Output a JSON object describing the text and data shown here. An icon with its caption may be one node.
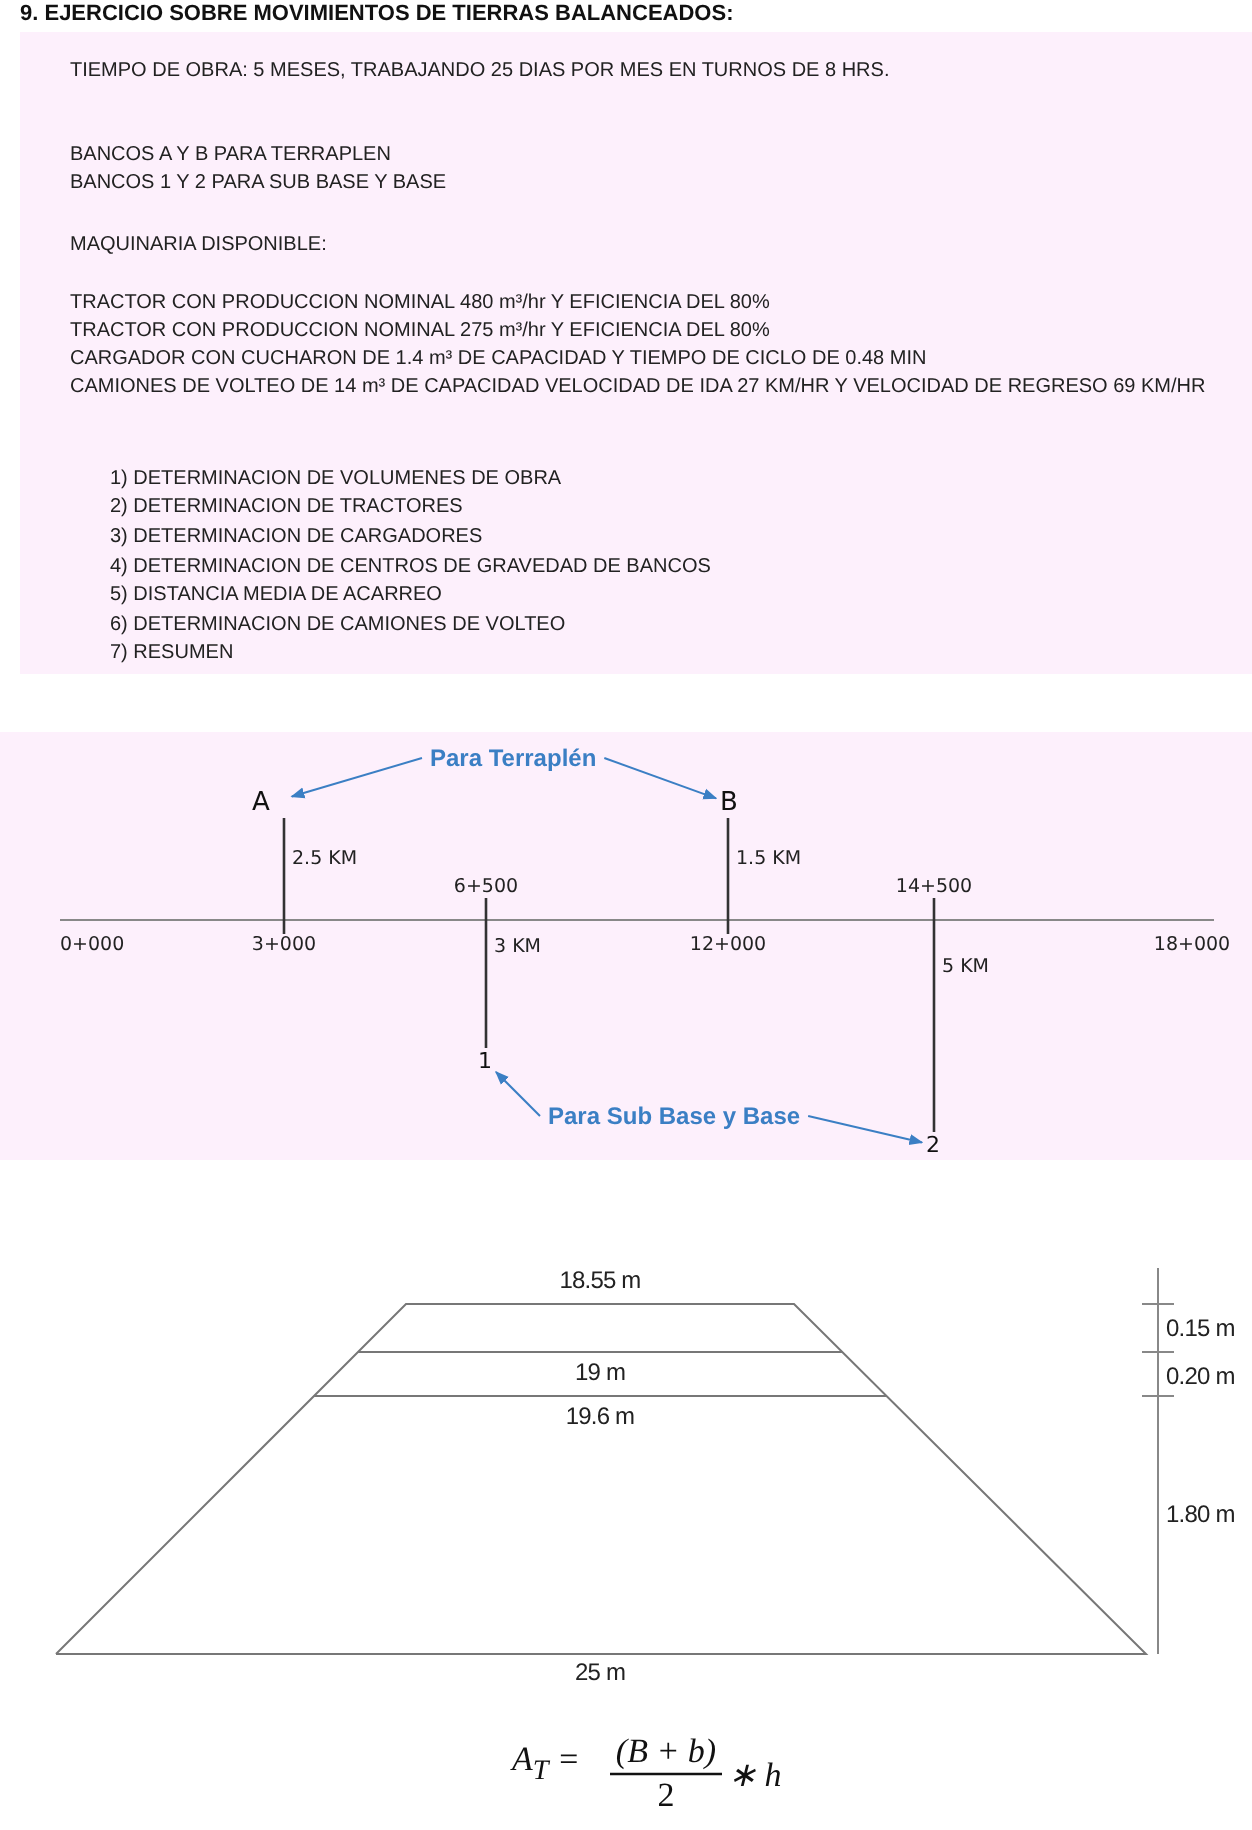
{
  "diagram": {
    "title": "9. EJERCICIO SOBRE MOVIMIENTOS DE TIERRAS BALANCEADOS:",
    "nodes": [
      {
        "text": [
          "Para Terraplén"
        ]
      },
      {
        "text": [
          "A"
        ]
      },
      {
        "text": [
          "B"
        ]
      },
      {
        "text": [
          "6+500"
        ]
      },
      {
        "text": [
          "14+500"
        ]
      },
      {
        "text": [
          "3+000"
        ]
      },
      {
        "text": [
          "12+000"
        ]
      },
      {
        "text": [
          "1"
        ]
      },
      {
        "text": [
          "Para Sub Base y Base"
        ]
      },
      {
        "text": [
          "2"
        ]
      }
    ],
    "edges": [
      {
        "from": 0,
        "to": 1,
        "arrow": "to"
      },
      {
        "from": 0,
        "to": 2,
        "arrow": "to"
      },
      {
        "from": 5,
        "to": 1,
        "arrow": "none",
        "label": "2.5 KM",
        "color": "#333333"
      },
      {
        "from": 6,
        "to": 2,
        "arrow": "none",
        "label": "1.5 KM",
        "color": "#333333"
      },
      {
        "from": 3,
        "to": 7,
        "arrow": "none",
        "label": "3 KM",
        "color": "#333333"
      },
      {
        "from": 4,
        "to": 9,
        "arrow": "none",
        "label": "5 KM",
        "color": "#333333"
      },
      {
        "from": 8,
        "to": 7,
        "arrow": "to"
      },
      {
        "from": 8,
        "to": 9,
        "arrow": "to"
      }
    ],
    "labels": [
      "TIEMPO DE OBRA: 5 MESES, TRABAJANDO 25 DIAS POR MES EN TURNOS DE 8 HRS.",
      "BANCOS A Y B PARA TERRAPLEN",
      "BANCOS 1 Y 2 PARA SUB BASE Y BASE",
      "MAQUINARIA DISPONIBLE:",
      "TRACTOR CON PRODUCCION NOMINAL 480 m³/hr Y EFICIENCIA DEL 80%",
      "TRACTOR CON PRODUCCION NOMINAL 275 m³/hr Y EFICIENCIA DEL 80%",
      "CARGADOR CON CUCHARON DE 1.4 m³ DE CAPACIDAD Y TIEMPO DE CICLO DE 0.48 MIN",
      "CAMIONES DE VOLTEO DE 14 m³ DE CAPACIDAD VELOCIDAD DE IDA 27 KM/HR Y VELOCIDAD DE REGRESO 69 KM/HR",
      "1) DETERMINACION DE VOLUMENES DE OBRA",
      "2) DETERMINACION DE TRACTORES",
      "3) DETERMINACION DE CARGADORES",
      "4) DETERMINACION DE CENTROS DE GRAVEDAD DE BANCOS",
      "5) DISTANCIA MEDIA DE ACARREO",
      "6) DETERMINACION DE CAMIONES DE VOLTEO",
      "7) RESUMEN",
      "0+000",
      "18+000",
      "18.55 m",
      "0.15 m",
      "19 m",
      "0.20 m",
      "19.6 m",
      "1.80 m",
      "25 m",
      "A$_{T}$ =",
      "(B + b)",
      "2",
      "∗ h"
    ]
  }
}
